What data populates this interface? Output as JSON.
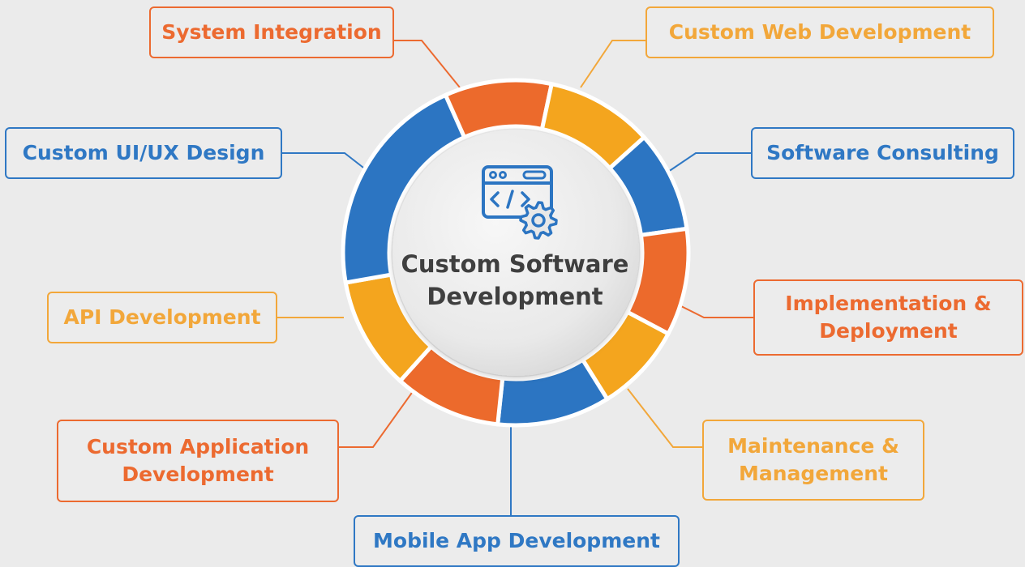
{
  "colors": {
    "blue": "#2c75c2",
    "blue_text": "#2f78c4",
    "orange": "#ec6a2c",
    "orange_text": "#ec6a30",
    "yellow": "#f4a51e",
    "yellow_text": "#f2a73a",
    "center_text": "#3f3f3f",
    "background": "#ebebeb"
  },
  "center": {
    "title": "Custom Software\nDevelopment",
    "icon": "code-window-gear-icon"
  },
  "services": [
    {
      "id": "system-integration",
      "label": "System Integration",
      "color": "orange"
    },
    {
      "id": "custom-web-development",
      "label": "Custom Web Development",
      "color": "yellow"
    },
    {
      "id": "custom-ui-ux-design",
      "label": "Custom UI/UX Design",
      "color": "blue"
    },
    {
      "id": "software-consulting",
      "label": "Software Consulting",
      "color": "blue"
    },
    {
      "id": "api-development",
      "label": "API Development",
      "color": "yellow"
    },
    {
      "id": "implementation-deployment",
      "label": "Implementation &\nDeployment",
      "color": "orange"
    },
    {
      "id": "custom-application-development",
      "label": "Custom Application\nDevelopment",
      "color": "orange"
    },
    {
      "id": "maintenance-management",
      "label": "Maintenance &\nManagement",
      "color": "yellow"
    },
    {
      "id": "mobile-app-development",
      "label": "Mobile App Development",
      "color": "blue"
    }
  ],
  "ring_segments": [
    "orange",
    "yellow",
    "blue",
    "orange",
    "yellow",
    "blue",
    "orange",
    "yellow",
    "blue"
  ]
}
